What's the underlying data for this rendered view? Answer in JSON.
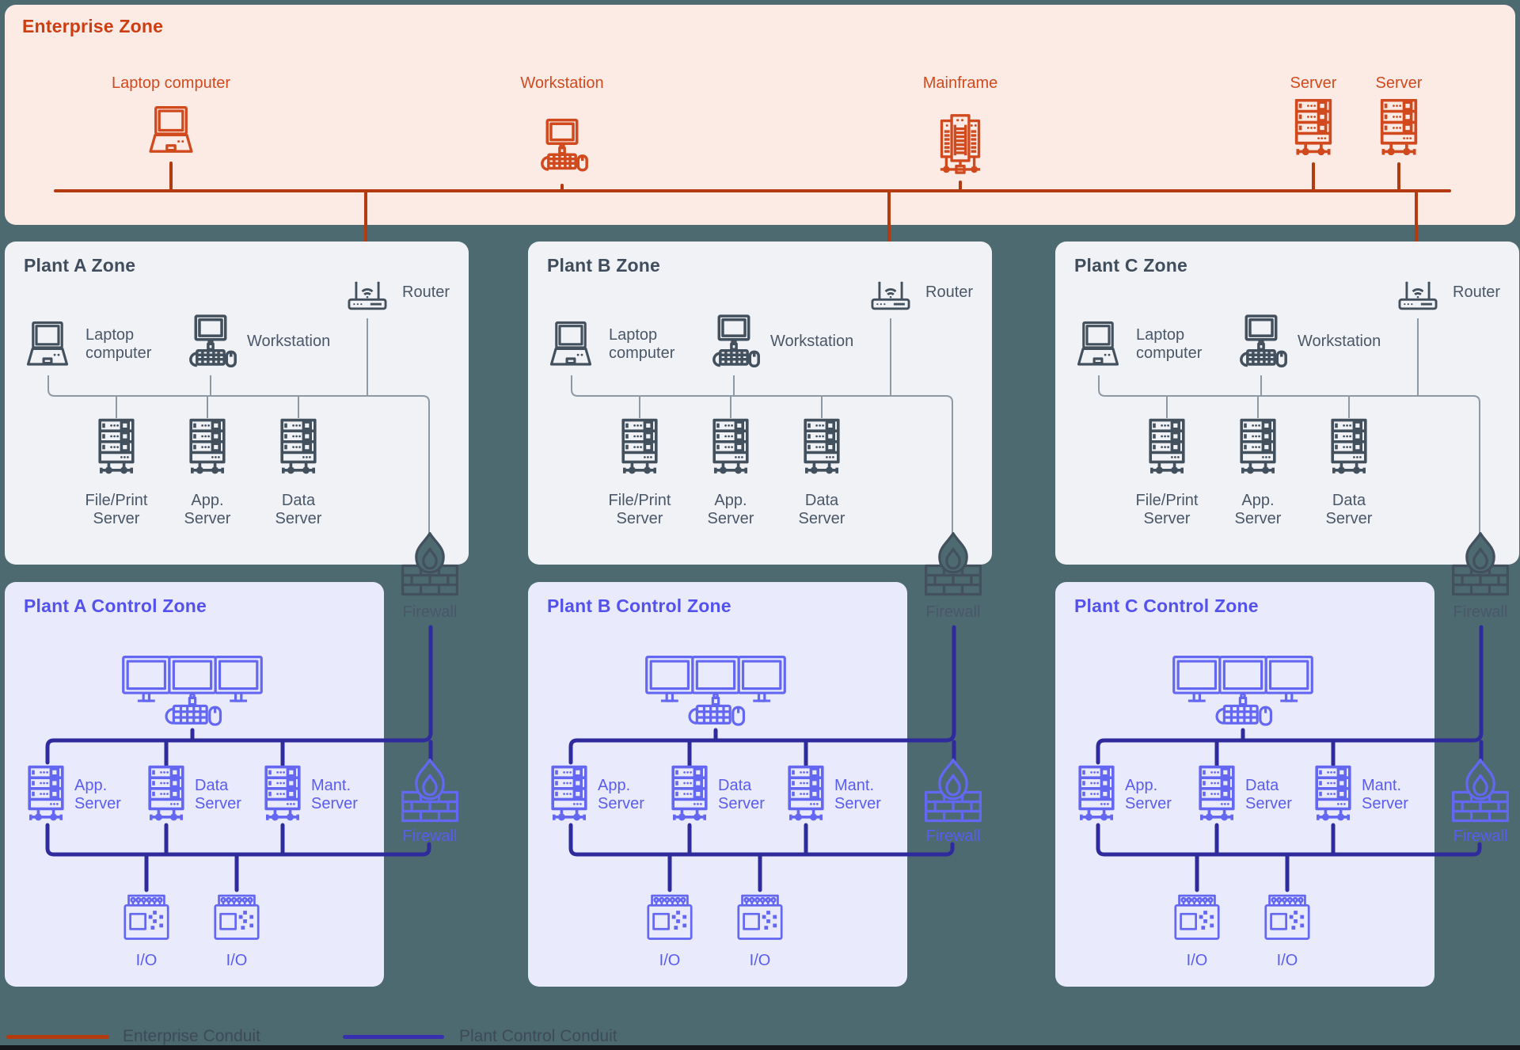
{
  "page": {
    "background_color": "#4d6a71",
    "bottom_bar_color": "#15151c"
  },
  "enterprise": {
    "title": "Enterprise Zone",
    "panel_color": "#fcebe5",
    "accent_color": "#d14a1e",
    "conduit_color": "#b43a10",
    "devices": [
      {
        "label": "Laptop computer",
        "icon": "laptop-icon"
      },
      {
        "label": "Workstation",
        "icon": "workstation-icon"
      },
      {
        "label": "Mainframe",
        "icon": "mainframe-icon"
      },
      {
        "label": "Server",
        "icon": "server-icon"
      },
      {
        "label": "Server",
        "icon": "server-icon"
      }
    ]
  },
  "plants": [
    {
      "zone_title": "Plant A Zone",
      "control_title": "Plant A Control Zone",
      "router_label": "Router",
      "laptop_label": "Laptop computer",
      "workstation_label": "Workstation",
      "zone_servers": [
        "File/Print Server",
        "App. Server",
        "Data Server"
      ],
      "firewall_upper_label": "Firewall",
      "control_servers": [
        "App. Server",
        "Data Server",
        "Mant. Server"
      ],
      "firewall_inner_label": "Firewall",
      "io_labels": [
        "I/O",
        "I/O"
      ]
    },
    {
      "zone_title": "Plant B Zone",
      "control_title": "Plant B Control Zone",
      "router_label": "Router",
      "laptop_label": "Laptop computer",
      "workstation_label": "Workstation",
      "zone_servers": [
        "File/Print Server",
        "App. Server",
        "Data Server"
      ],
      "firewall_upper_label": "Firewall",
      "control_servers": [
        "App. Server",
        "Data Server",
        "Mant. Server"
      ],
      "firewall_inner_label": "Firewall",
      "io_labels": [
        "I/O",
        "I/O"
      ]
    },
    {
      "zone_title": "Plant C Zone",
      "control_title": "Plant C Control Zone",
      "router_label": "Router",
      "laptop_label": "Laptop computer",
      "workstation_label": "Workstation",
      "zone_servers": [
        "File/Print Server",
        "App. Server",
        "Data Server"
      ],
      "firewall_upper_label": "Firewall",
      "control_servers": [
        "App. Server",
        "Data Server",
        "Mant. Server"
      ],
      "firewall_inner_label": "Firewall",
      "io_labels": [
        "I/O",
        "I/O"
      ]
    }
  ],
  "zone_colors": {
    "plant_panel": "#f1f2f5",
    "plant_icon": "#43505e",
    "control_panel": "#e9ebfc",
    "control_icon": "#6467f2",
    "control_text": "#5a5cf0",
    "conduit_blue": "#2f2b9d",
    "thin_wire_gray": "#8e99a6"
  },
  "legend": {
    "items": [
      {
        "label": "Enterprise Conduit",
        "color": "#b43a10"
      },
      {
        "label": "Plant Control Conduit",
        "color": "#372fb0"
      }
    ]
  }
}
